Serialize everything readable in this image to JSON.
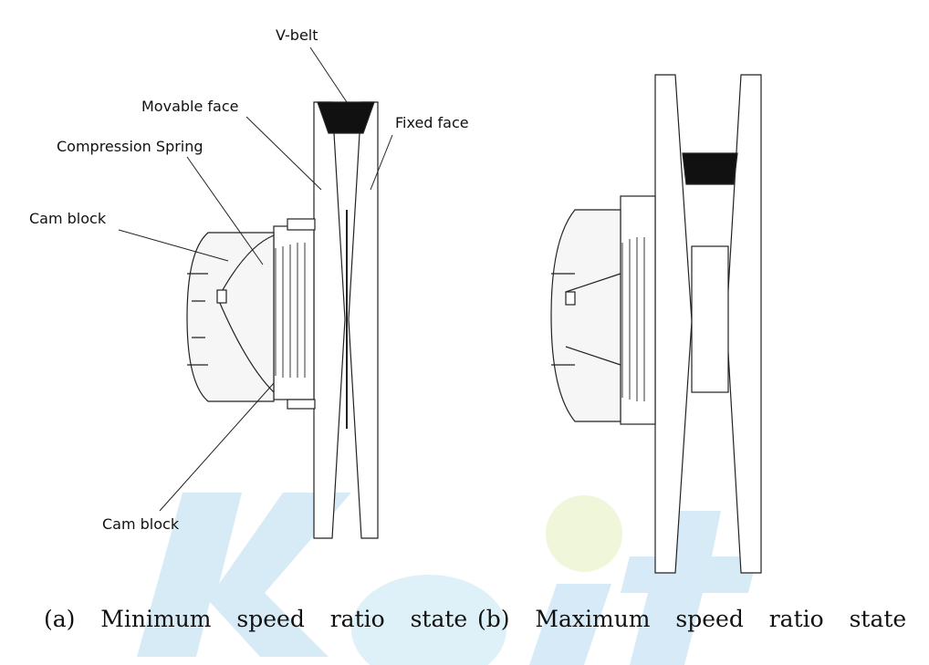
{
  "diagram_a": {
    "labels": {
      "v_belt": "V-belt",
      "movable_face": "Movable face",
      "fixed_face": "Fixed face",
      "compression_spring": "Compression Spring",
      "cam_block_upper": "Cam block",
      "cam_block_lower": "Cam block"
    },
    "caption": "(a)  Minimum  speed  ratio  state"
  },
  "diagram_b": {
    "caption": "(b)  Maximum  speed  ratio  state"
  },
  "watermark": {
    "text": "Keit",
    "colors": {
      "blue": "#6fb6e3",
      "green": "#c9e27a",
      "teal": "#8cd0e8"
    }
  }
}
